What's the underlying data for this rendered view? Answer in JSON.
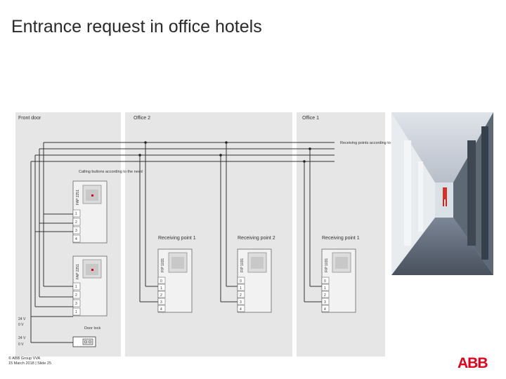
{
  "title": "Entrance request in office hotels",
  "panels": {
    "front_door": "Front door",
    "office2": "Office 2",
    "office1": "Office 1"
  },
  "notes": {
    "receiving_points": "Receiving points according to the need",
    "calling_buttons": "Calling buttons according to the need",
    "door_lock": "Door lock"
  },
  "devices": {
    "fap1": "FAP 2251",
    "fap2": "FAP 2251",
    "fip_a": "FIP 1031",
    "fip_b": "FIP 1031",
    "fip_c": "FIP 1031"
  },
  "receiving": {
    "rp1_office2": "Receiving point 1",
    "rp2_office2": "Receiving point 2",
    "rp1_office1": "Receiving point 1"
  },
  "terminals": {
    "fap1": [
      "1",
      "2",
      "3",
      "4"
    ],
    "fap2": [
      "1",
      "2",
      "3",
      "1"
    ],
    "fip_a": [
      "0",
      "1",
      "2",
      "3",
      "4"
    ],
    "fip_b": [
      "0",
      "1",
      "2",
      "3",
      "4"
    ],
    "fip_c": [
      "0",
      "1",
      "2",
      "3",
      "4"
    ]
  },
  "power": {
    "v24": "24 V",
    "v0a": "0 V",
    "v24b": "24 V",
    "v0b": "0 V"
  },
  "footer": {
    "line1": "© ABB Group VVA",
    "line2": "15 March 2018 | Slide 25"
  },
  "logo": "ABB",
  "colors": {
    "panel": "#e6e6e6",
    "wire": "#333333",
    "logo_red": "#e3001b"
  }
}
